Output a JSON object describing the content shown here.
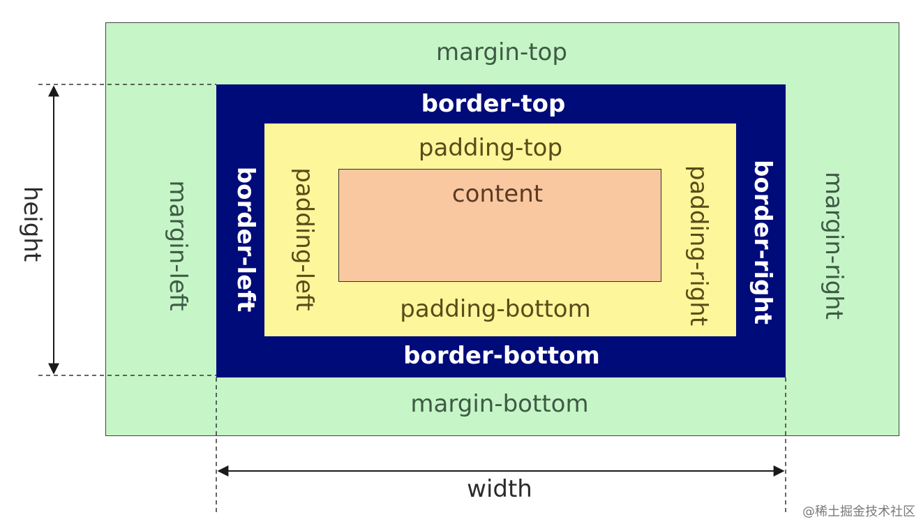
{
  "margin": {
    "top": "margin-top",
    "bottom": "margin-bottom",
    "left": "margin-left",
    "right": "margin-right"
  },
  "border": {
    "top": "border-top",
    "bottom": "border-bottom",
    "left": "border-left",
    "right": "border-right"
  },
  "padding": {
    "top": "padding-top",
    "bottom": "padding-bottom",
    "left": "padding-left",
    "right": "padding-right"
  },
  "content": "content",
  "dimensions": {
    "height": "height",
    "width": "width"
  },
  "watermark": "@稀土掘金技术社区",
  "colors": {
    "margin": "#c6f5c8",
    "border": "#000b7a",
    "padding": "#fdf69a",
    "content": "#fac8a0"
  }
}
